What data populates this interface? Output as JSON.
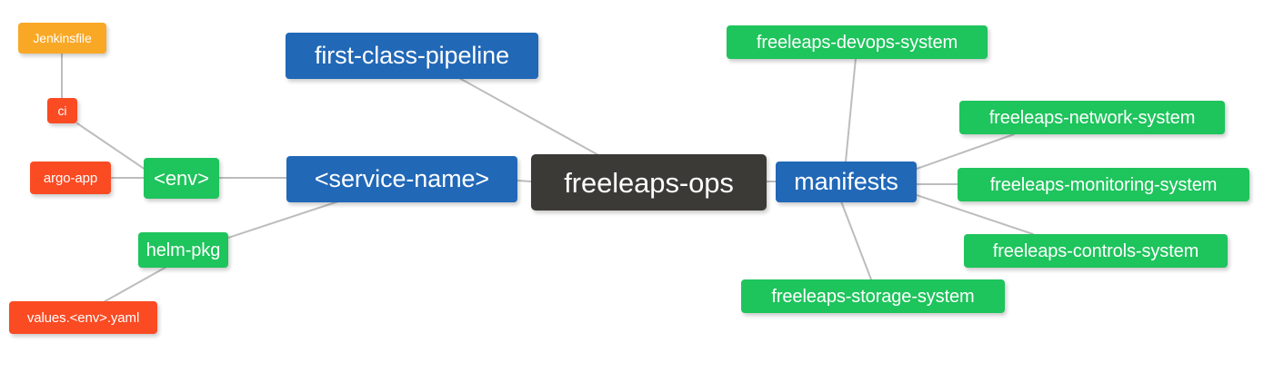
{
  "diagram": {
    "type": "mindmap",
    "title": "freeleaps-ops",
    "background": "#ffffff",
    "edge_color": "#bdbdbd",
    "palette": {
      "root_dark": "#3c3a37",
      "blue": "#2168b7",
      "green": "#1ec45c",
      "red": "#fa4b23",
      "orange": "#f9a826",
      "text": "#ffffff"
    },
    "nodes": [
      {
        "id": "jenkinsfile",
        "label": "Jenkinsfile",
        "color": "orange",
        "tier": "tiny"
      },
      {
        "id": "ci",
        "label": "ci",
        "color": "red",
        "tier": "tiny"
      },
      {
        "id": "argo-app",
        "label": "argo-app",
        "color": "red",
        "tier": "small"
      },
      {
        "id": "env",
        "label": "<env>",
        "color": "green",
        "tier": "mid"
      },
      {
        "id": "helm-pkg",
        "label": "helm-pkg",
        "color": "green",
        "tier": "leaf"
      },
      {
        "id": "values-env-yaml",
        "label": "values.<env>.yaml",
        "color": "red",
        "tier": "small"
      },
      {
        "id": "first-class-pipeline",
        "label": "first-class-pipeline",
        "color": "blue",
        "tier": "major"
      },
      {
        "id": "service-name",
        "label": "<service-name>",
        "color": "blue",
        "tier": "major"
      },
      {
        "id": "freeleaps-ops",
        "label": "freeleaps-ops",
        "color": "dark",
        "tier": "root"
      },
      {
        "id": "manifests",
        "label": "manifests",
        "color": "blue",
        "tier": "major"
      },
      {
        "id": "freeleaps-devops-system",
        "label": "freeleaps-devops-system",
        "color": "green",
        "tier": "leaf"
      },
      {
        "id": "freeleaps-network-system",
        "label": "freeleaps-network-system",
        "color": "green",
        "tier": "leaf"
      },
      {
        "id": "freeleaps-monitoring-system",
        "label": "freeleaps-monitoring-system",
        "color": "green",
        "tier": "leaf"
      },
      {
        "id": "freeleaps-controls-system",
        "label": "freeleaps-controls-system",
        "color": "green",
        "tier": "leaf"
      },
      {
        "id": "freeleaps-storage-system",
        "label": "freeleaps-storage-system",
        "color": "green",
        "tier": "leaf"
      }
    ],
    "edges": [
      {
        "from": "jenkinsfile",
        "to": "ci"
      },
      {
        "from": "ci",
        "to": "env"
      },
      {
        "from": "argo-app",
        "to": "env"
      },
      {
        "from": "env",
        "to": "service-name"
      },
      {
        "from": "values-env-yaml",
        "to": "helm-pkg"
      },
      {
        "from": "helm-pkg",
        "to": "service-name"
      },
      {
        "from": "service-name",
        "to": "freeleaps-ops"
      },
      {
        "from": "first-class-pipeline",
        "to": "freeleaps-ops"
      },
      {
        "from": "freeleaps-ops",
        "to": "manifests"
      },
      {
        "from": "manifests",
        "to": "freeleaps-devops-system"
      },
      {
        "from": "manifests",
        "to": "freeleaps-network-system"
      },
      {
        "from": "manifests",
        "to": "freeleaps-monitoring-system"
      },
      {
        "from": "manifests",
        "to": "freeleaps-controls-system"
      },
      {
        "from": "manifests",
        "to": "freeleaps-storage-system"
      }
    ]
  }
}
